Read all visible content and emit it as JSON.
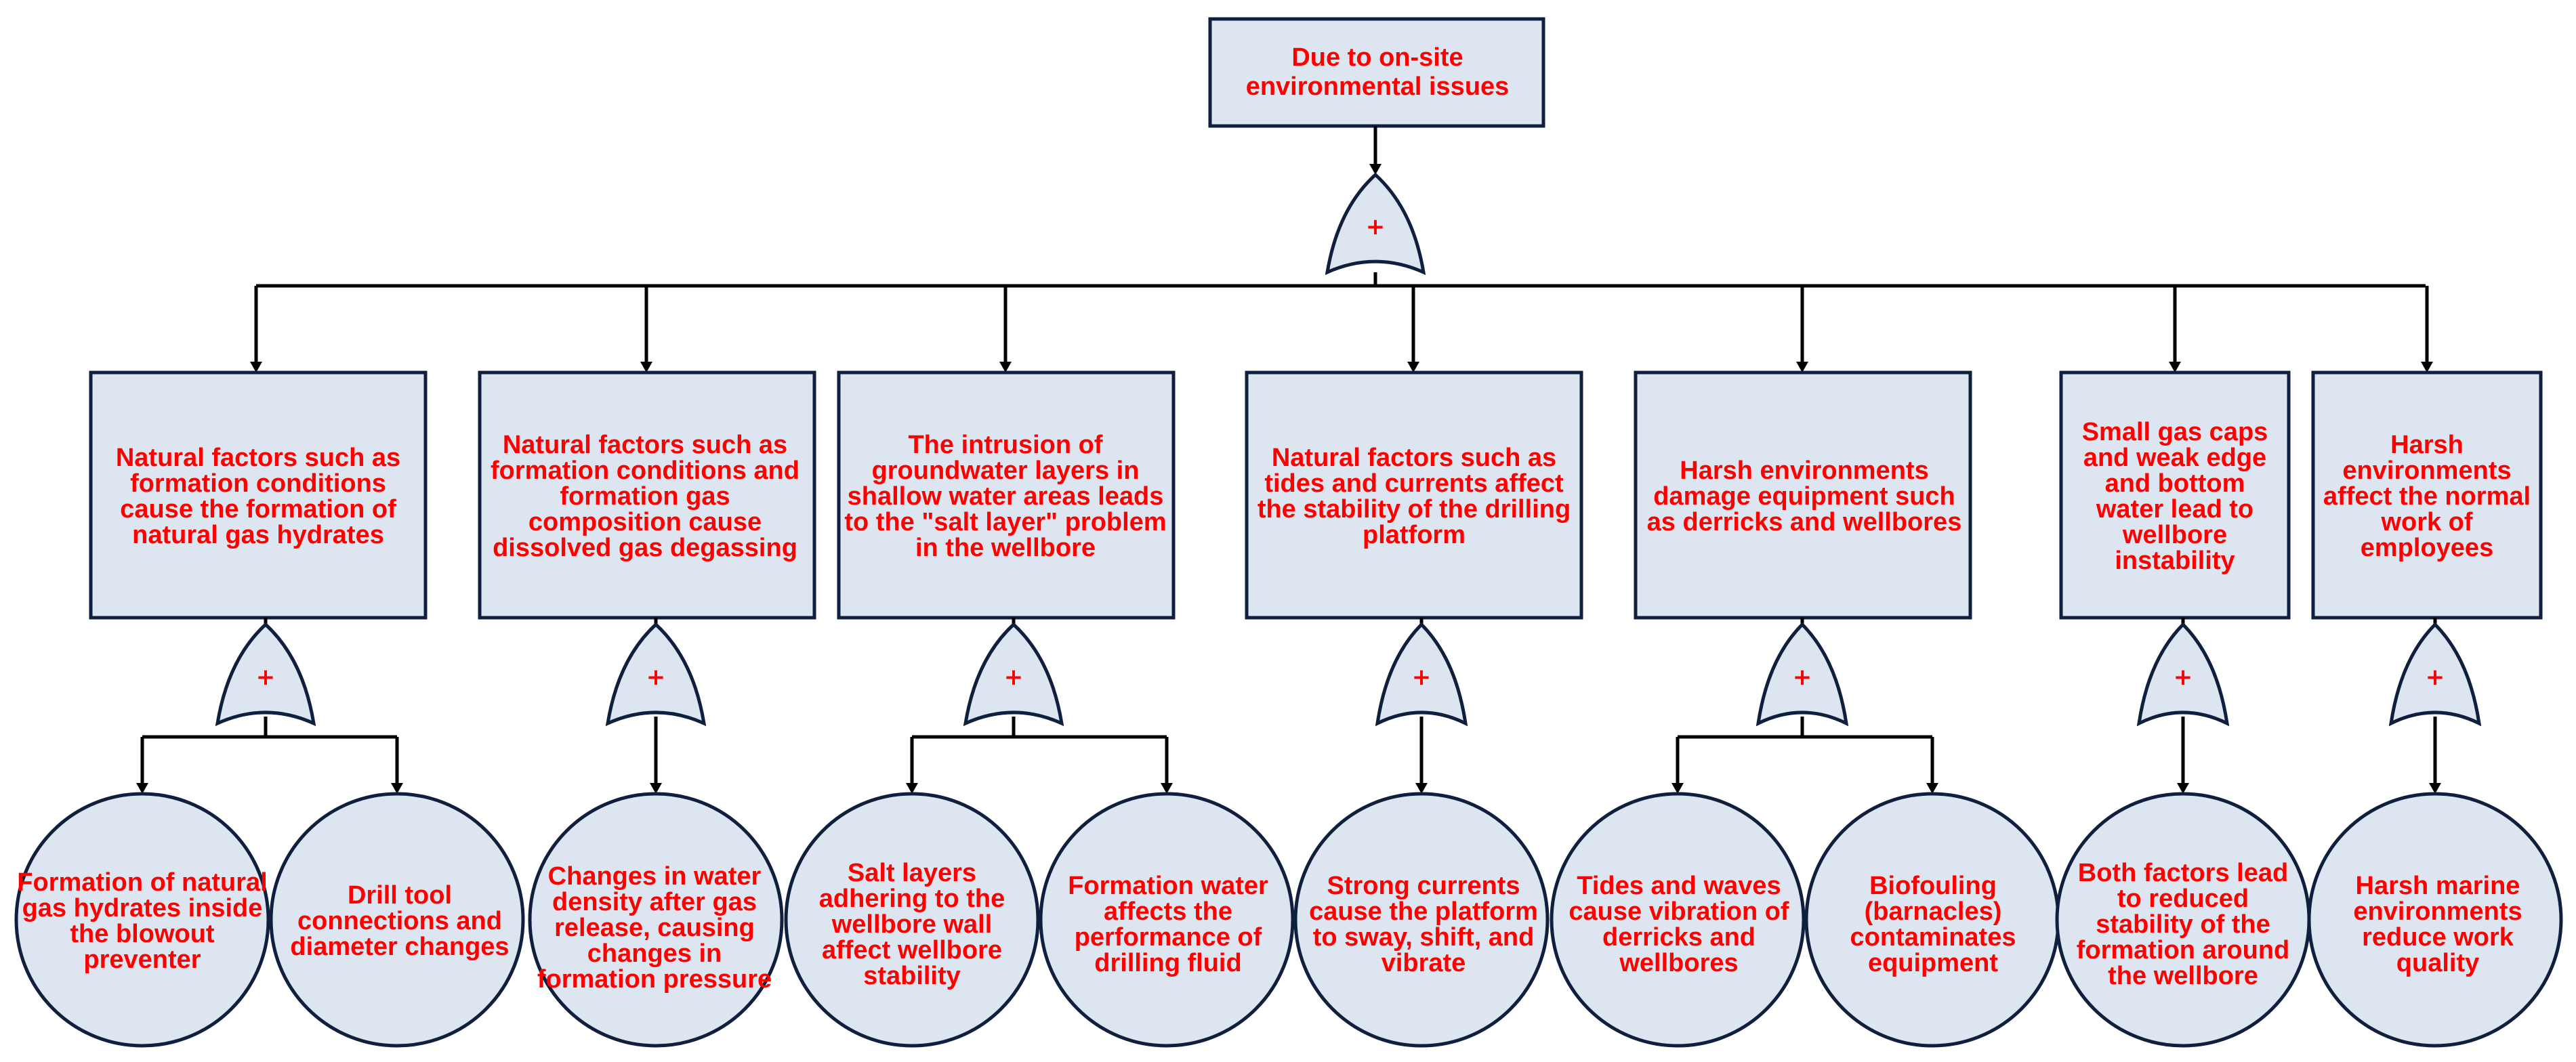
{
  "colors": {
    "node_fill": "#dde6f0",
    "node_stroke": "#0f1f3d",
    "text": "#ff0000",
    "connector": "#000000"
  },
  "gate_symbol": "+",
  "top_event": {
    "text": "Due to on-site environmental issues"
  },
  "intermediate_events": [
    {
      "text": "Natural factors such as formation conditions cause the formation of natural gas hydrates"
    },
    {
      "text": "Natural factors such as formation conditions and formation gas composition cause dissolved gas degassing"
    },
    {
      "text": "The intrusion of groundwater layers in shallow water areas leads to the \"salt layer\" problem in the wellbore"
    },
    {
      "text": "Natural factors such as tides and currents affect the stability of the drilling platform"
    },
    {
      "text": "Harsh environments damage equipment such as derricks and wellbores"
    },
    {
      "text": "Small gas caps and weak edge and bottom water lead to wellbore instability"
    },
    {
      "text": "Harsh environments affect the normal work of employees"
    }
  ],
  "basic_events": [
    {
      "text": "Formation of natural gas hydrates inside the blowout preventer"
    },
    {
      "text": "Drill tool connections and diameter changes"
    },
    {
      "text": "Changes in water density after gas release, causing changes in formation pressure"
    },
    {
      "text": "Salt layers adhering to the wellbore wall affect wellbore stability"
    },
    {
      "text": "Formation water affects the performance of drilling fluid"
    },
    {
      "text": "Strong currents cause the platform to sway, shift, and vibrate"
    },
    {
      "text": "Tides and waves cause vibration of derricks and wellbores"
    },
    {
      "text": "Biofouling (barnacles) contaminates equipment"
    },
    {
      "text": "Both factors lead to reduced stability of the formation around the wellbore"
    },
    {
      "text": "Harsh marine environments reduce work quality"
    }
  ]
}
